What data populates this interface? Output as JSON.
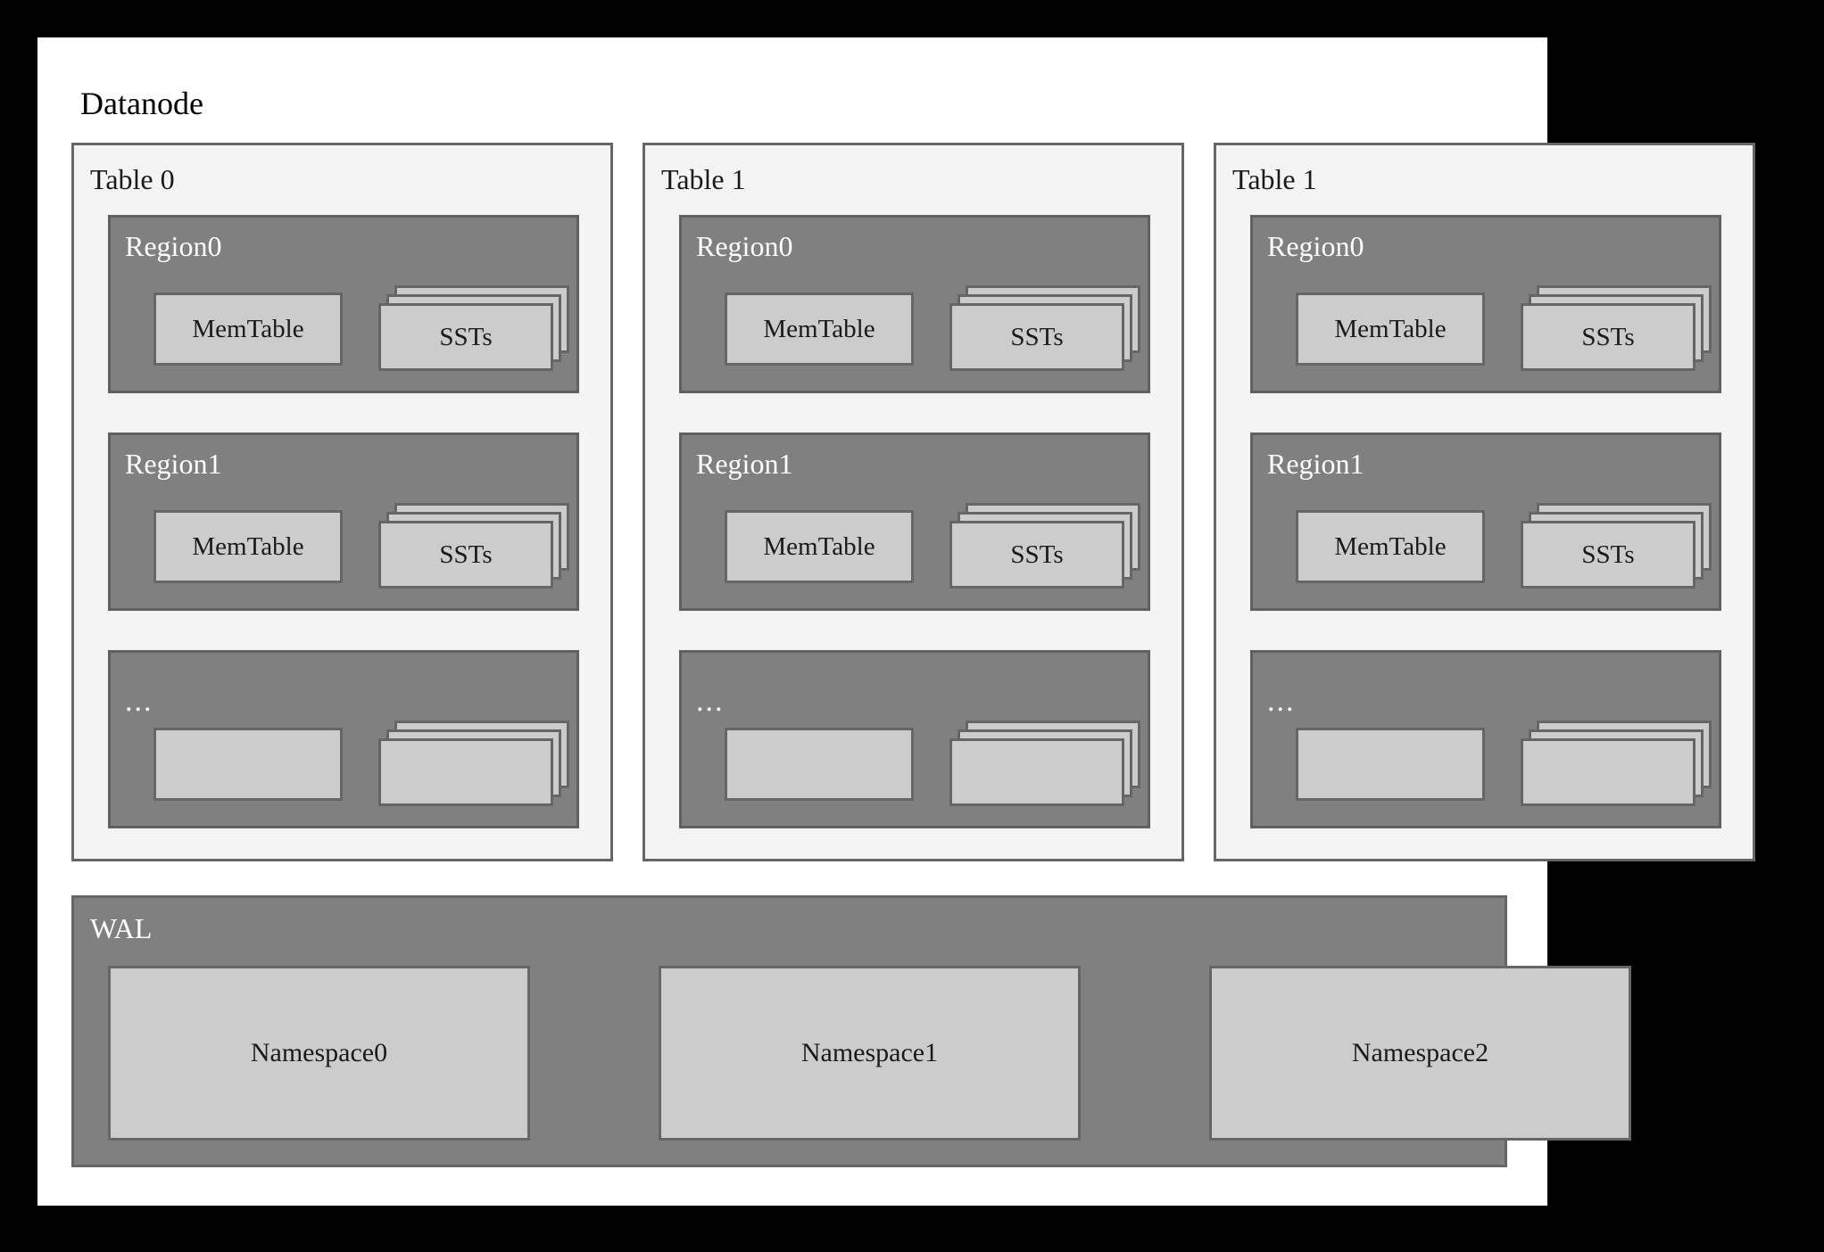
{
  "diagram": {
    "title": "Datanode",
    "tables": [
      {
        "label": "Table 0",
        "regions": [
          {
            "label": "Region0",
            "memtable": "MemTable",
            "ssts": "SSTs",
            "sst_layers": 3
          },
          {
            "label": "Region1",
            "memtable": "MemTable",
            "ssts": "SSTs",
            "sst_layers": 3
          },
          {
            "label": "...",
            "memtable": "",
            "ssts": "",
            "sst_layers": 3
          }
        ]
      },
      {
        "label": "Table 1",
        "regions": [
          {
            "label": "Region0",
            "memtable": "MemTable",
            "ssts": "SSTs",
            "sst_layers": 3
          },
          {
            "label": "Region1",
            "memtable": "MemTable",
            "ssts": "SSTs",
            "sst_layers": 3
          },
          {
            "label": "...",
            "memtable": "",
            "ssts": "",
            "sst_layers": 3
          }
        ]
      },
      {
        "label": "Table 1",
        "regions": [
          {
            "label": "Region0",
            "memtable": "MemTable",
            "ssts": "SSTs",
            "sst_layers": 3
          },
          {
            "label": "Region1",
            "memtable": "MemTable",
            "ssts": "SSTs",
            "sst_layers": 3
          },
          {
            "label": "...",
            "memtable": "",
            "ssts": "",
            "sst_layers": 3
          }
        ]
      }
    ],
    "wal": {
      "label": "WAL",
      "namespaces": [
        "Namespace0",
        "Namespace1",
        "Namespace2"
      ]
    },
    "colors": {
      "frame_border": "#000000",
      "canvas": "#ffffff",
      "table_panel_fill": "#f4f4f4",
      "table_panel_border": "#666666",
      "region_fill": "#808080",
      "region_border": "#606060",
      "box_fill": "#cccccc",
      "box_border": "#666666",
      "dark_text": "#1a1a1a",
      "light_text": "#ffffff"
    }
  }
}
